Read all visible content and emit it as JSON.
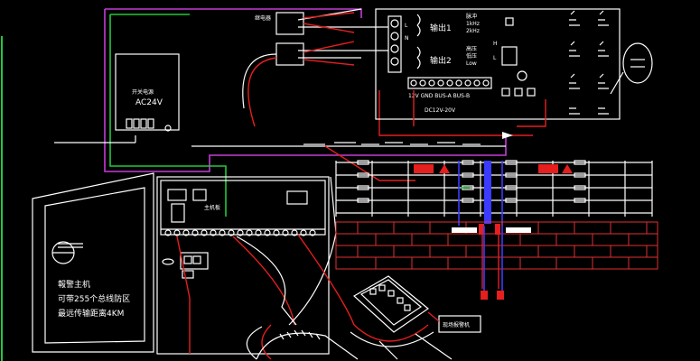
{
  "diagram": {
    "power_supply_label": "AC24V",
    "panel_text_line1": "報警主机",
    "panel_text_line2": "可带255个总线防区",
    "panel_text_line3": "最远传输距离4KM",
    "fence_output_1": "输出1",
    "fence_output_2": "输出2",
    "bottom_device_label": "现场报警机",
    "colors": {
      "background": "#000000",
      "line": "#ffffff",
      "red": "#e51e1e",
      "magenta": "#c43cd6",
      "green": "#22c83c",
      "blue": "#3b3bff",
      "brick": "#e03030"
    }
  }
}
